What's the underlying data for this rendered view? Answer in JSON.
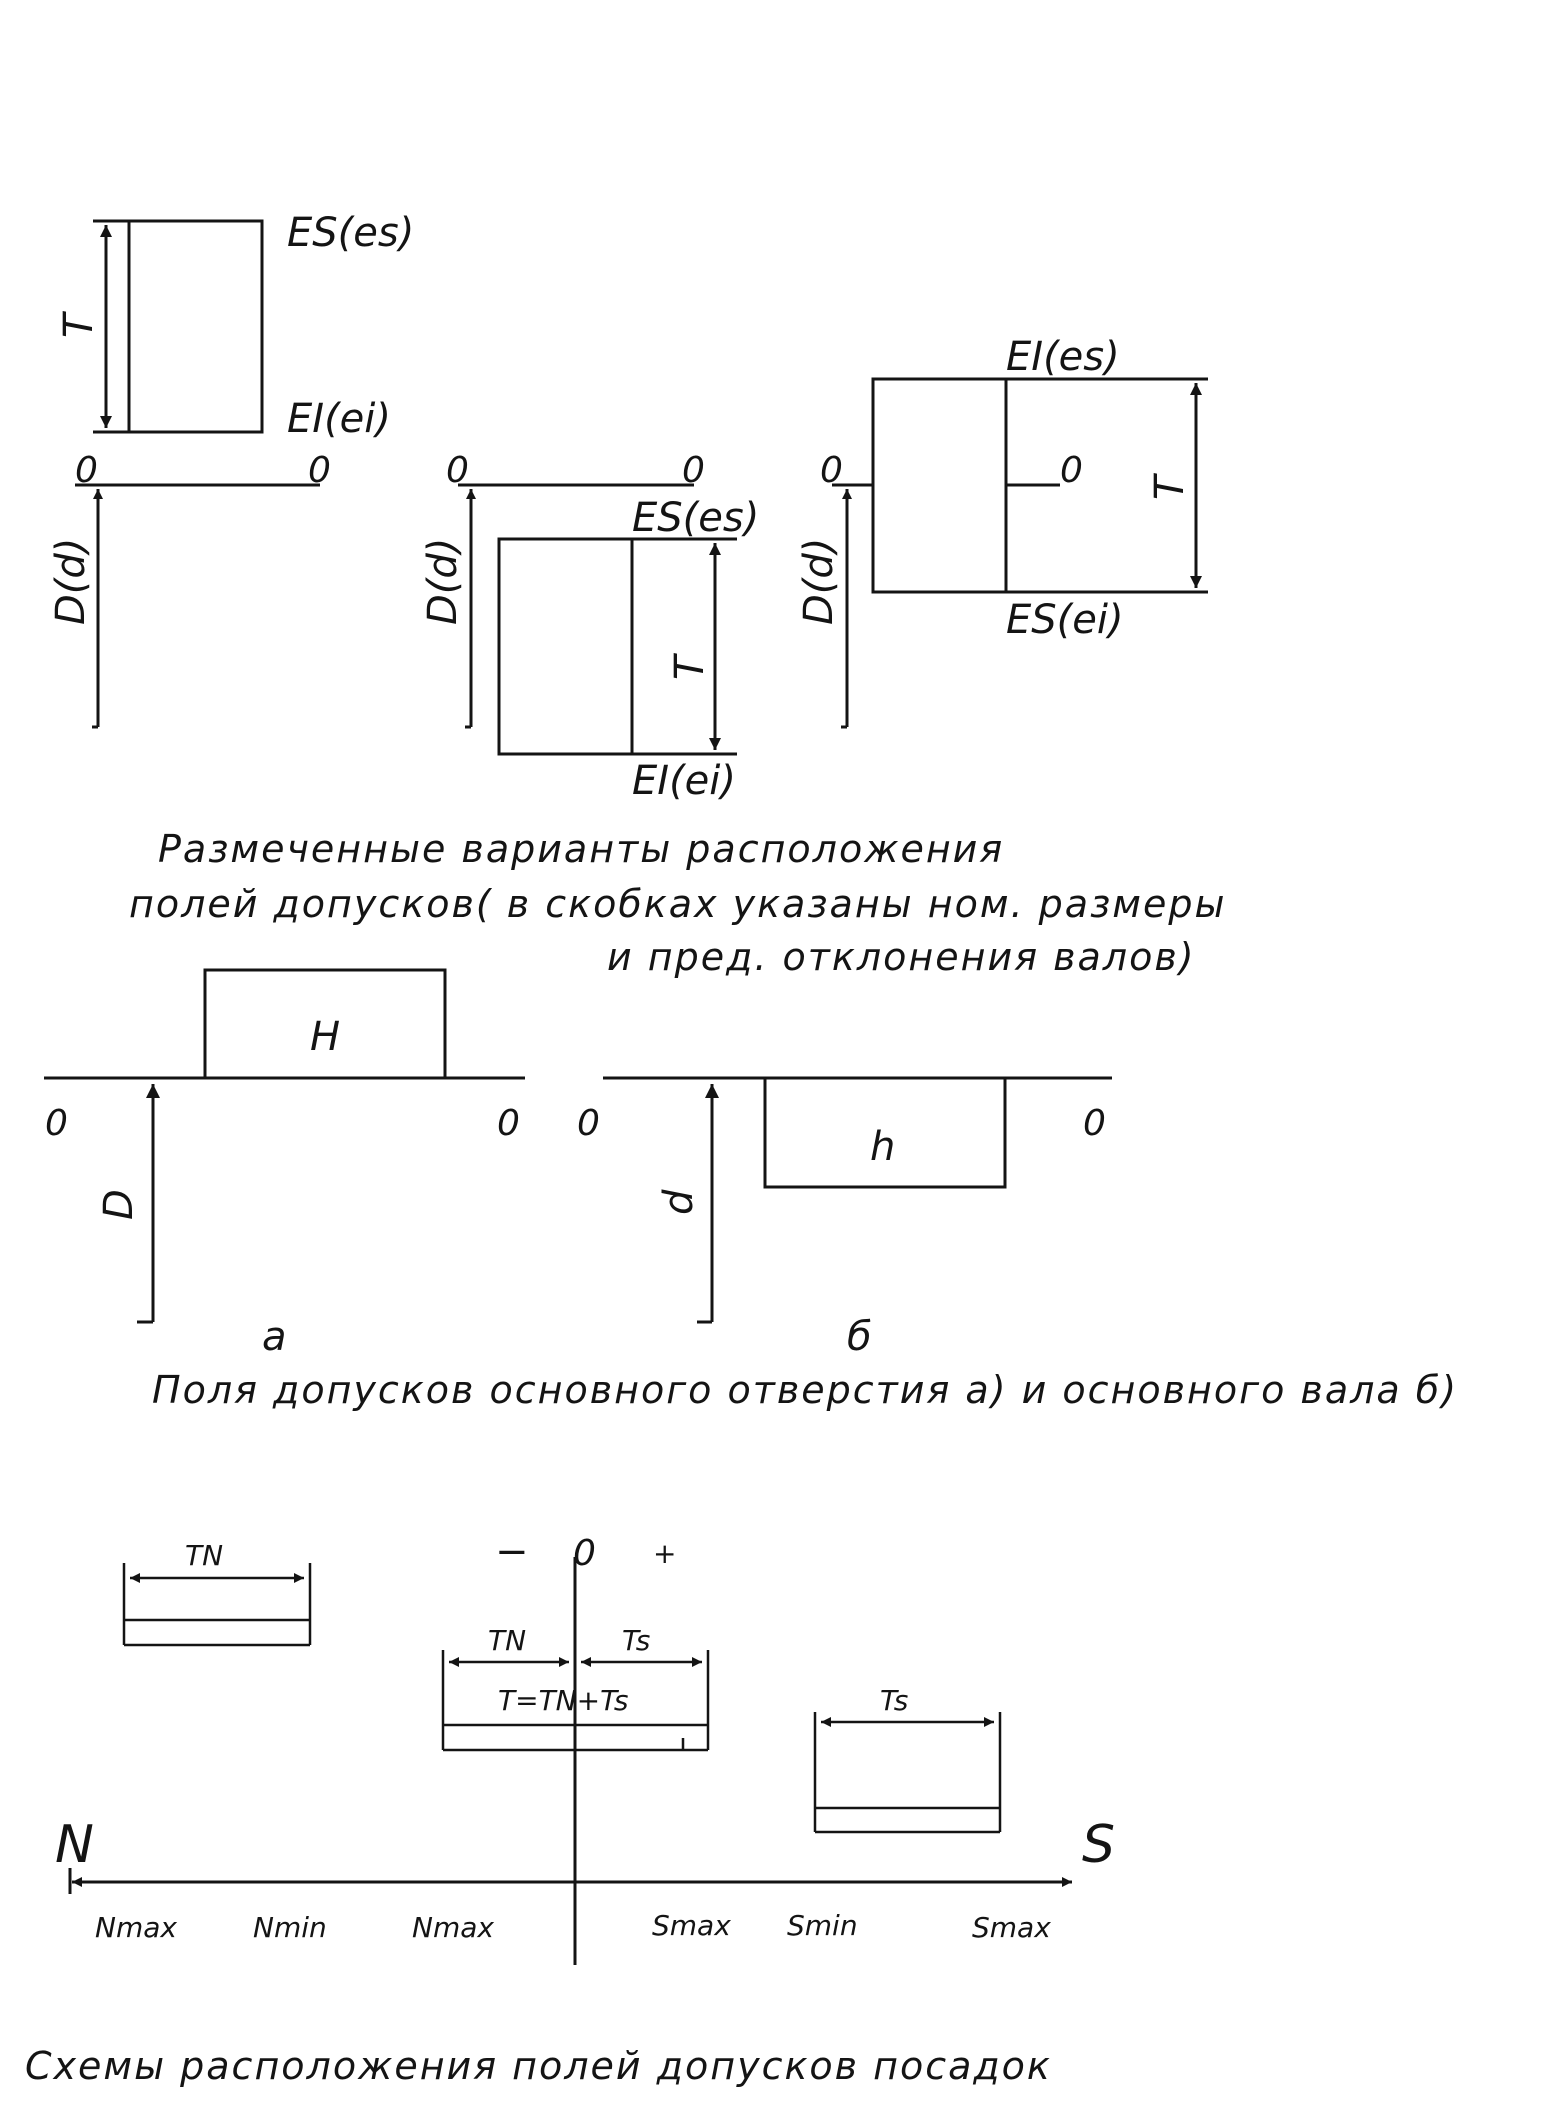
{
  "labels": {
    "es_es": "ES(es)",
    "ei_ei": "EI(ei)",
    "ei_es": "EI(es)",
    "es_ei": "ES(ei)",
    "t": "T",
    "zero": "0",
    "dd": "D(d)",
    "h_upper": "H",
    "h_lower": "h",
    "d_upper": "D",
    "d_lower": "d",
    "a": "a",
    "b": "б",
    "tn": "TN",
    "ts": "Ts",
    "formula": "T=TN+Ts",
    "minus": "−",
    "plus": "+",
    "n": "N",
    "s": "S",
    "nmax": "Nmax",
    "nmin": "Nmin",
    "smax": "Smax",
    "smin": "Smin"
  },
  "captions": {
    "fig1_line1": "Размеченные варианты расположения",
    "fig1_line2": "полей допусков( в скобках указаны ном. размеры",
    "fig1_line3": "и пред. отклонения валов)",
    "fig2": "Поля допусков основного отверстия а) и основного вала б)",
    "fig3": "Схемы расположения полей допусков посадок"
  }
}
